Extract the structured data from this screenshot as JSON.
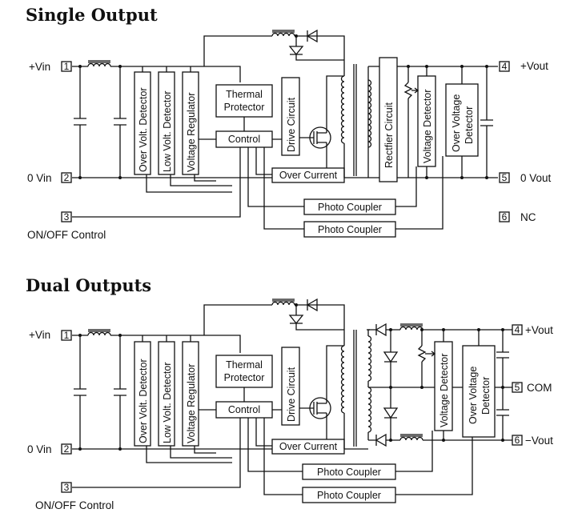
{
  "single": {
    "title": "Single Output",
    "pins": [
      {
        "num": "1",
        "label": "+Vin"
      },
      {
        "num": "2",
        "label": "0 Vin"
      },
      {
        "num": "3",
        "label": "ON/OFF Control"
      },
      {
        "num": "4",
        "label": "+Vout"
      },
      {
        "num": "5",
        "label": "0 Vout"
      },
      {
        "num": "6",
        "label": "NC"
      }
    ],
    "blocks": {
      "over_volt_detector": "Over Volt. Detector",
      "low_volt_detector": "Low Volt. Detector",
      "voltage_regulator": "Voltage Regulator",
      "thermal_protector_1": "Thermal",
      "thermal_protector_2": "Protector",
      "control": "Control",
      "drive_circuit": "Drive Circuit",
      "over_current": "Over Current",
      "rectifier_circuit": "Rectfier Circuit",
      "voltage_detector": "Voltage Detector",
      "over_voltage_detector_1": "Over Voltage",
      "over_voltage_detector_2": "Detector",
      "photo_coupler_1": "Photo Coupler",
      "photo_coupler_2": "Photo Coupler"
    }
  },
  "dual": {
    "title": "Dual Outputs",
    "pins": [
      {
        "num": "1",
        "label": "+Vin"
      },
      {
        "num": "2",
        "label": "0 Vin"
      },
      {
        "num": "3",
        "label": "ON/OFF Control"
      },
      {
        "num": "4",
        "label": "+Vout"
      },
      {
        "num": "5",
        "label": "COM"
      },
      {
        "num": "6",
        "label": "−Vout"
      }
    ],
    "blocks": {
      "over_volt_detector": "Over Volt. Detector",
      "low_volt_detector": "Low Volt. Detector",
      "voltage_regulator": "Voltage Regulator",
      "thermal_protector_1": "Thermal",
      "thermal_protector_2": "Protector",
      "control": "Control",
      "drive_circuit": "Drive Circuit",
      "over_current": "Over Current",
      "voltage_detector": "Voltage Detector",
      "over_voltage_detector_1": "Over Voltage",
      "over_voltage_detector_2": "Detector",
      "photo_coupler_1": "Photo Coupler",
      "photo_coupler_2": "Photo Coupler"
    }
  }
}
